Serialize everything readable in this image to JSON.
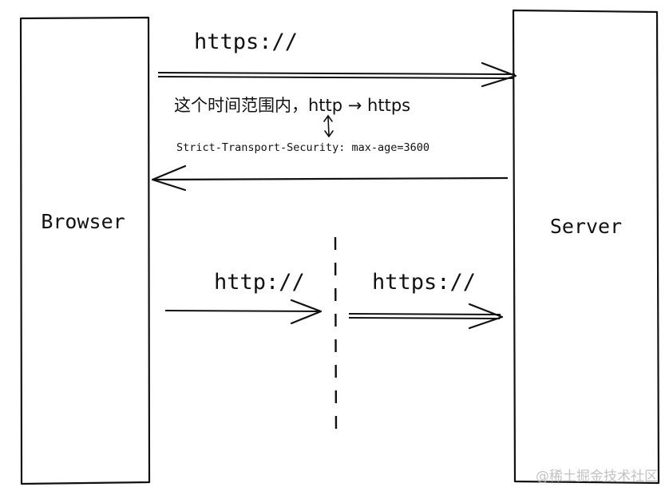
{
  "diagram": {
    "browser_label": "Browser",
    "server_label": "Server",
    "top_https_label": "https://",
    "hsts_explain_label": "这个时间范围内，http → https",
    "hsts_header_label": "Strict-Transport-Security: max-age=3600",
    "bottom_http_label": "http://",
    "bottom_https_label": "https://",
    "watermark": "@稀土掘金技术社区"
  }
}
